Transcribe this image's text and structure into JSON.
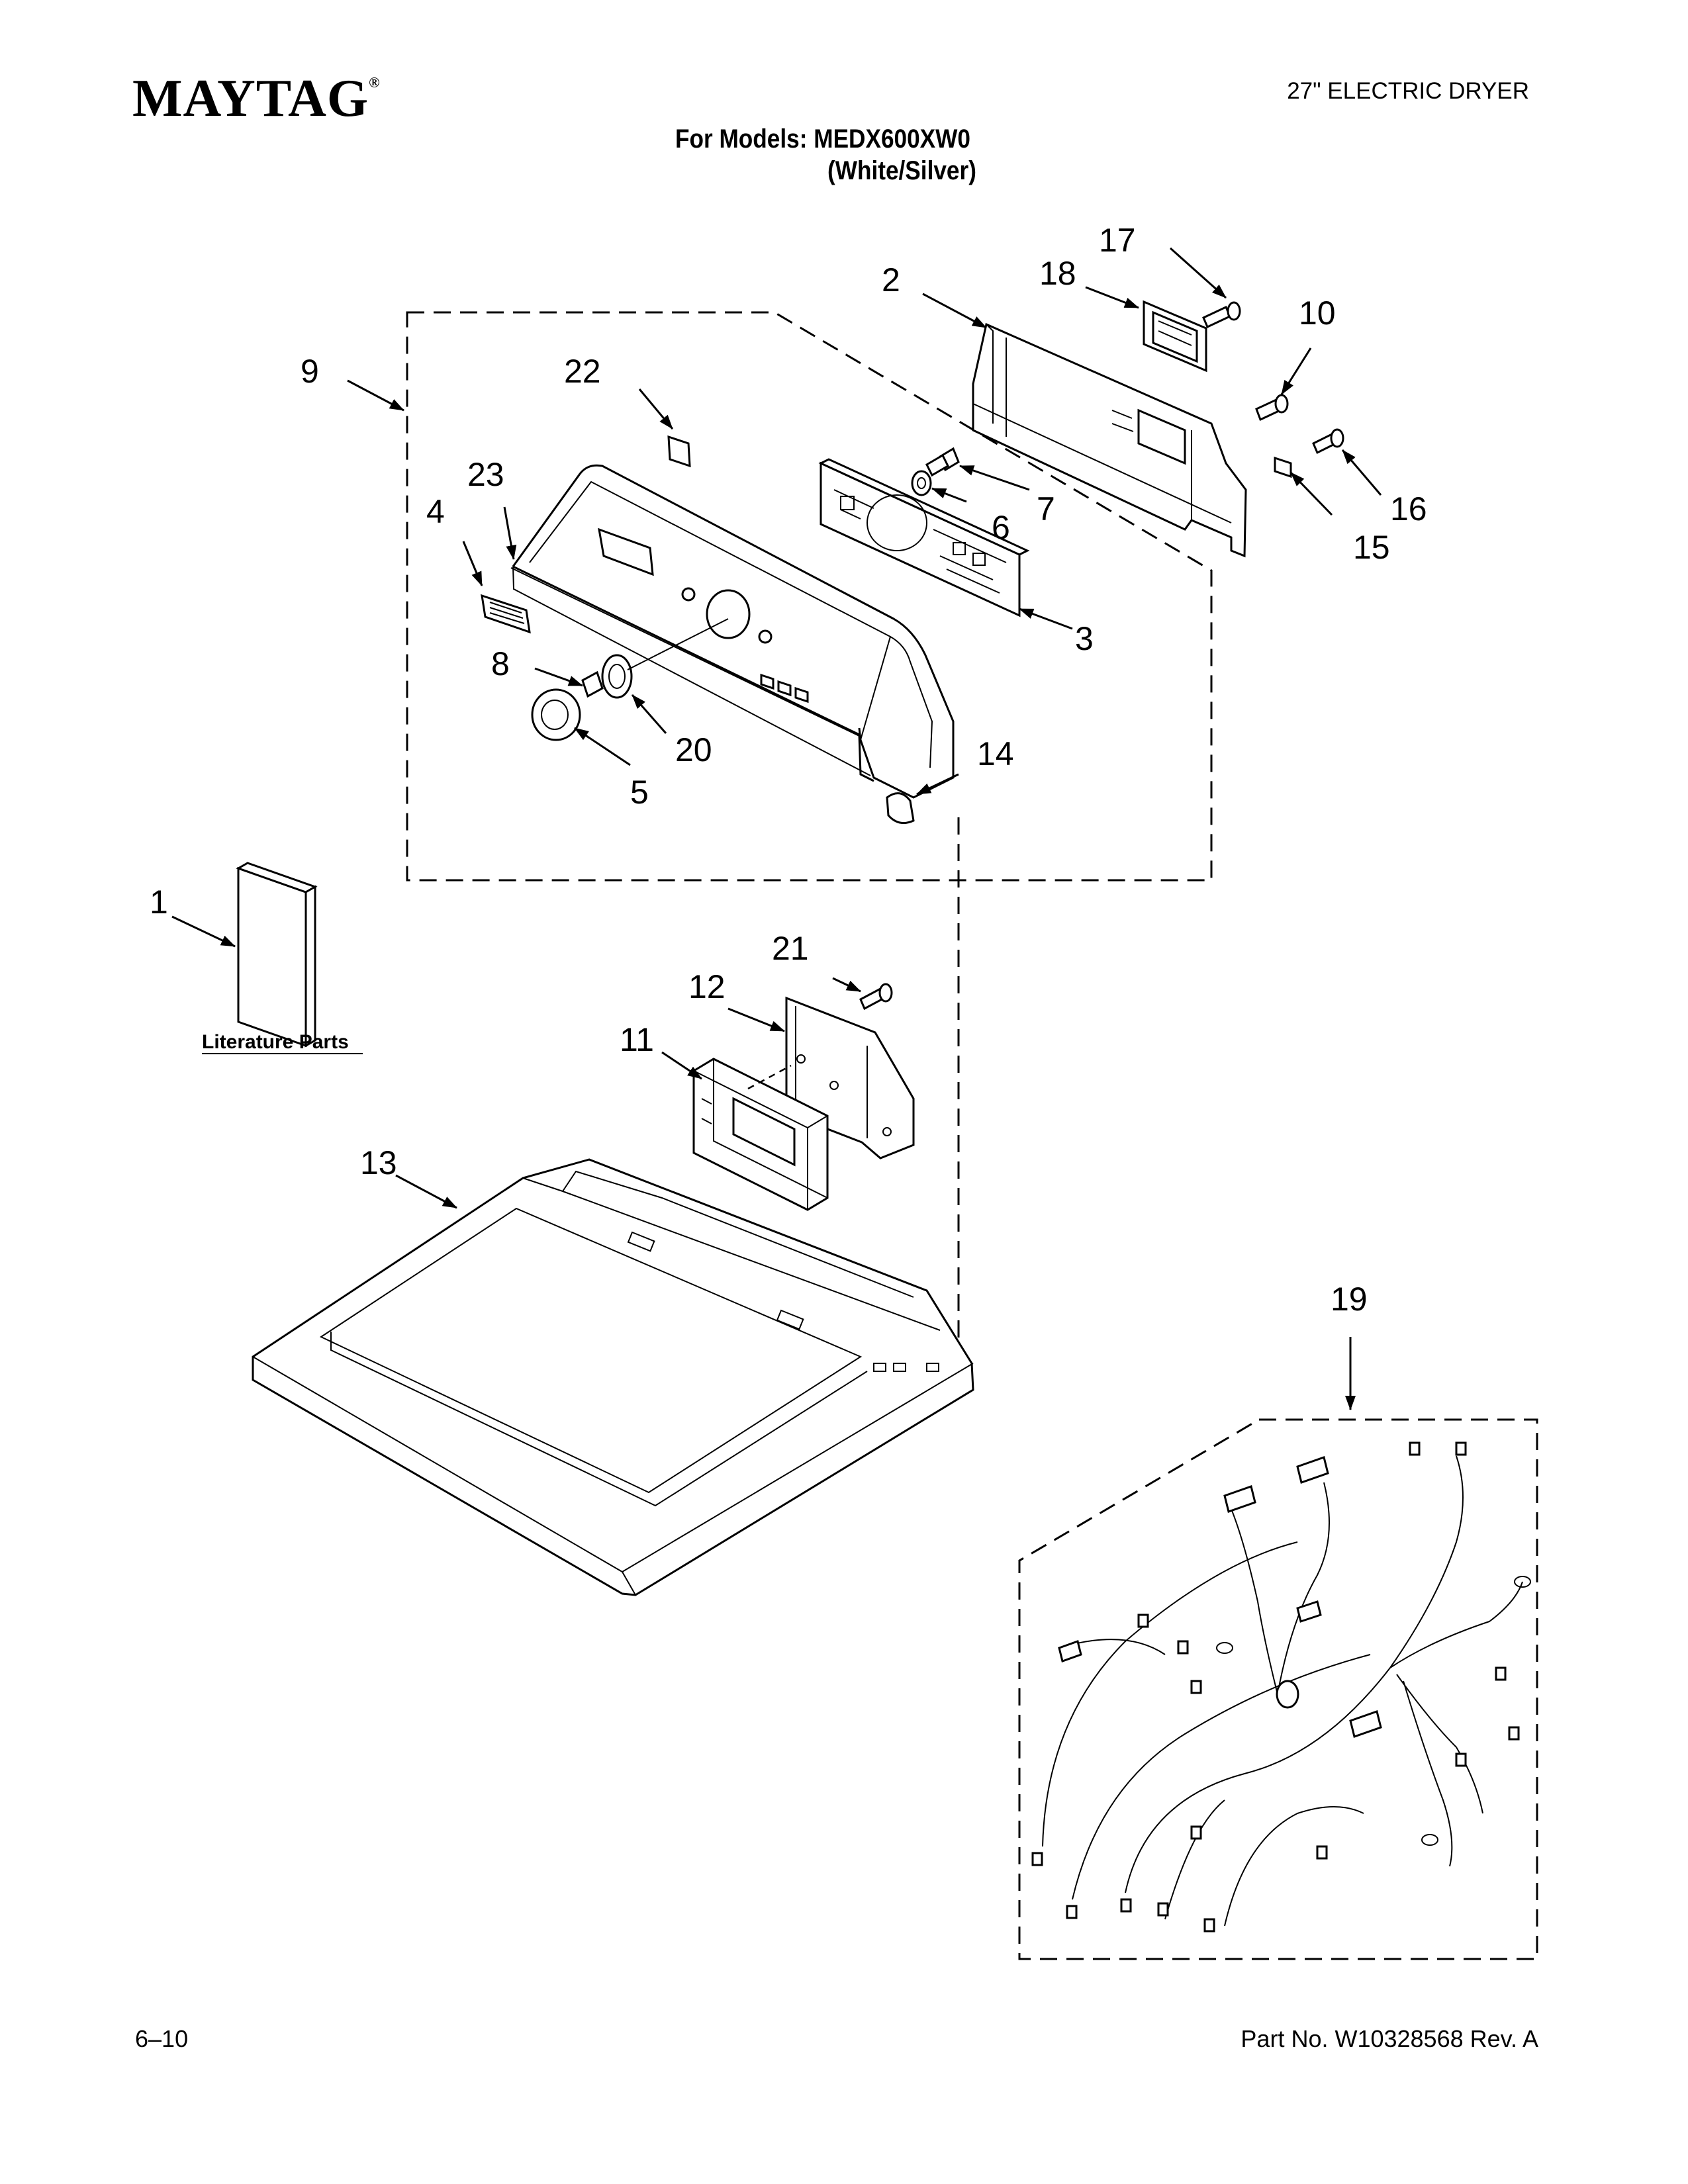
{
  "header": {
    "brand": "MAYTAG",
    "brand_mark": "®",
    "product_type": "27\" ELECTRIC DRYER",
    "models_line": "For Models: MEDX600XW0",
    "models_sub": "(White/Silver)"
  },
  "literature": {
    "label": "Literature Parts"
  },
  "callouts": [
    {
      "id": "c1",
      "number": "1"
    },
    {
      "id": "c2",
      "number": "2"
    },
    {
      "id": "c3",
      "number": "3"
    },
    {
      "id": "c4",
      "number": "4"
    },
    {
      "id": "c5",
      "number": "5"
    },
    {
      "id": "c6",
      "number": "6"
    },
    {
      "id": "c7",
      "number": "7"
    },
    {
      "id": "c8",
      "number": "8"
    },
    {
      "id": "c9",
      "number": "9"
    },
    {
      "id": "c10",
      "number": "10"
    },
    {
      "id": "c11",
      "number": "11"
    },
    {
      "id": "c12",
      "number": "12"
    },
    {
      "id": "c13",
      "number": "13"
    },
    {
      "id": "c14",
      "number": "14"
    },
    {
      "id": "c15",
      "number": "15"
    },
    {
      "id": "c16",
      "number": "16"
    },
    {
      "id": "c17",
      "number": "17"
    },
    {
      "id": "c18",
      "number": "18"
    },
    {
      "id": "c19",
      "number": "19"
    },
    {
      "id": "c20",
      "number": "20"
    },
    {
      "id": "c21",
      "number": "21"
    },
    {
      "id": "c22",
      "number": "22"
    },
    {
      "id": "c23",
      "number": "23"
    }
  ],
  "footer": {
    "page_number": "6–10",
    "part_number": "Part No. W10328568 Rev. A"
  }
}
